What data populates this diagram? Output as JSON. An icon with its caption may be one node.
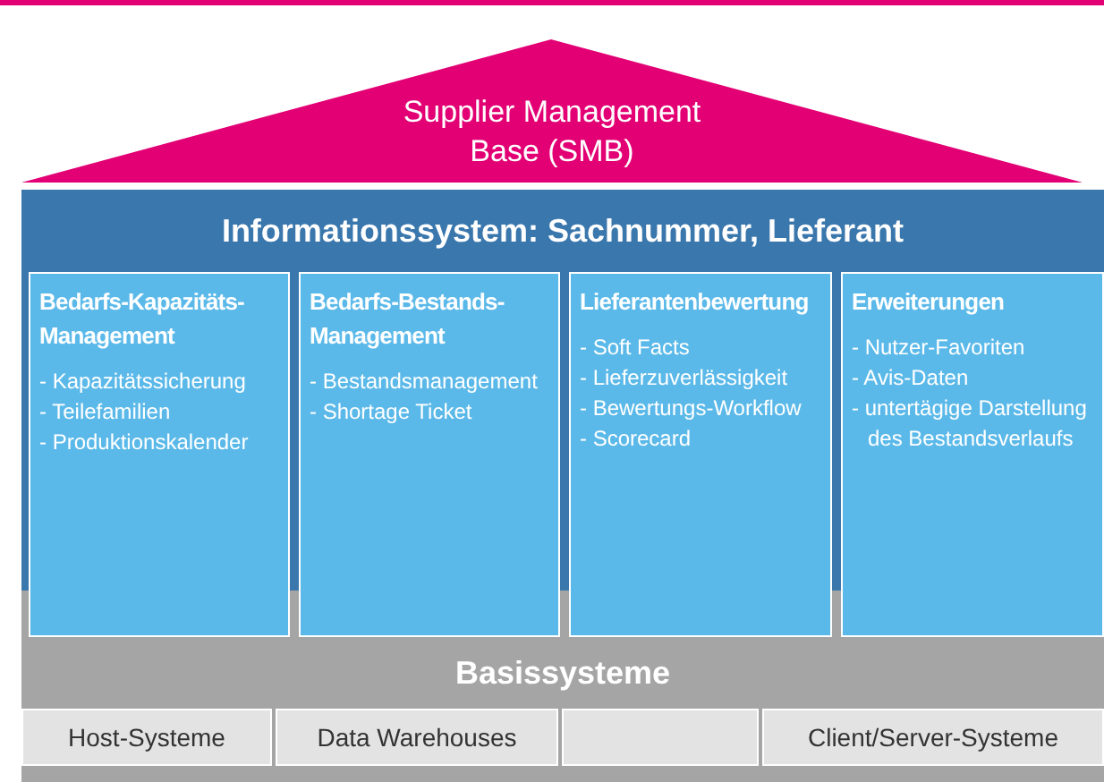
{
  "diagram": {
    "nodes": [
      {
        "text": [
          "Supplier Management Base (SMB)"
        ]
      },
      {
        "text": [
          "Informationssystem: Sachnummer, Lieferant"
        ]
      },
      {
        "text": [
          "Bedarfs-Kapazitäts-Management",
          "- Kapazitätssicherung",
          "- Teilefamilien",
          "- Produktionskalender"
        ]
      },
      {
        "text": [
          "Bedarfs-Bestands-Management",
          "- Bestandsmanagement",
          "- Shortage Ticket"
        ]
      },
      {
        "text": [
          "Lieferantenbewertung",
          "- Soft Facts",
          "- Lieferzuverlässigkeit",
          "- Bewertungs-Workflow",
          "- Scorecard"
        ]
      },
      {
        "text": [
          "Erweiterungen",
          "- Nutzer-Favoriten",
          "- Avis-Daten",
          "- untertägige Darstellung des Bestandsverlaufs"
        ]
      },
      {
        "text": [
          "Basissysteme"
        ]
      },
      {
        "text": [
          "Host-Systeme"
        ],
        "in": 6
      },
      {
        "text": [
          "Data Warehouses"
        ],
        "in": 6
      },
      {
        "text": [],
        "shape": "box",
        "in": 6
      },
      {
        "text": [
          "Client/Server-Systeme"
        ],
        "in": 6
      }
    ]
  }
}
